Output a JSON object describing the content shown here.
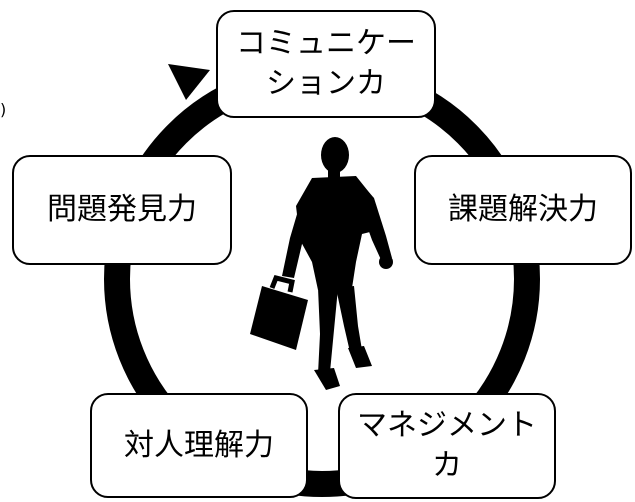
{
  "nodes": {
    "communication": "コミュニケー\nションカ",
    "problem_solving": "課題解決力",
    "management": "マネジメント\nカ",
    "interpersonal": "対人理解力",
    "problem_finding": "問題発見力"
  },
  "edge_mark": ")",
  "colors": {
    "stroke": "#000000",
    "box_fill": "#ffffff",
    "figure": "#000000"
  },
  "icons": [
    "cycle-ring",
    "arrow-head-icon",
    "businessman-silhouette-icon"
  ]
}
